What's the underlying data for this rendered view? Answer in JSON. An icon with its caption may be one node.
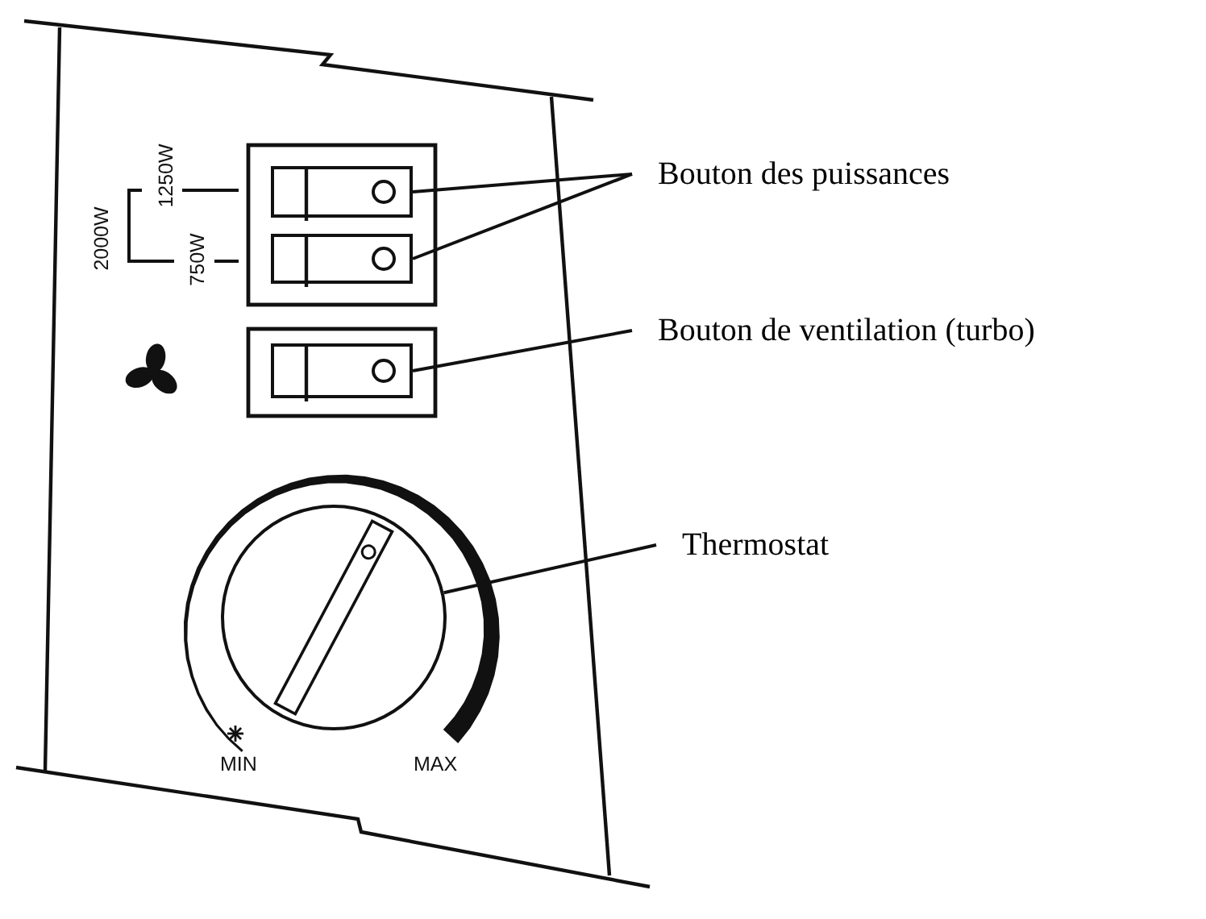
{
  "diagram": {
    "nodes": [
      {
        "text": [
          "Bouton des puissances"
        ]
      },
      {
        "text": [
          "Bouton de ventilation (turbo)"
        ]
      },
      {
        "text": [
          "Thermostat"
        ]
      },
      {
        "text": [],
        "shape": "box"
      },
      {
        "text": [],
        "shape": "box"
      },
      {
        "text": [],
        "shape": "box"
      },
      {
        "text": [],
        "shape": "circle"
      }
    ],
    "edges": [
      {
        "from": 0,
        "to": 3,
        "arrow": "none"
      },
      {
        "from": 0,
        "to": 4,
        "arrow": "none"
      },
      {
        "from": 1,
        "to": 5,
        "arrow": "none"
      },
      {
        "from": 2,
        "to": 6,
        "arrow": "none"
      }
    ],
    "labels": [
      "2000W",
      "1250W",
      "750W",
      "MIN",
      "MAX"
    ]
  }
}
